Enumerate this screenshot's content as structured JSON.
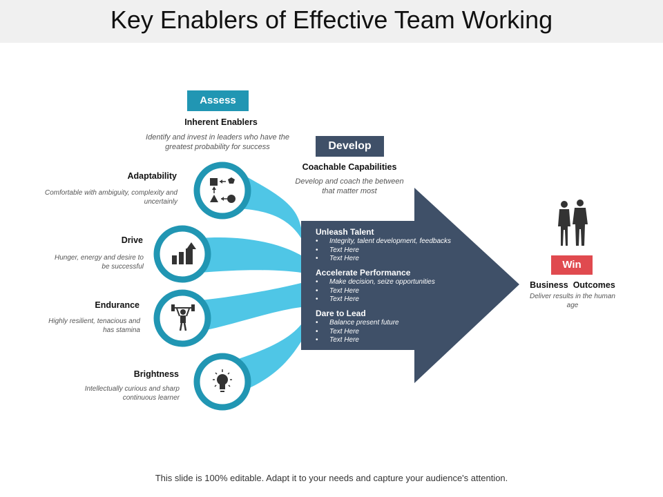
{
  "title": "Key Enablers of Effective Team Working",
  "tags": {
    "assess": "Assess",
    "develop": "Develop",
    "win": "Win"
  },
  "inherent": {
    "heading": "Inherent Enablers",
    "sub": "Identify and invest in leaders who have the greatest probability for success"
  },
  "coachable": {
    "heading": "Coachable Capabilities",
    "sub": "Develop and coach the between that matter most"
  },
  "enablers": [
    {
      "label": "Adaptability",
      "desc": "Comfortable with ambiguity, complexity and uncertainly",
      "icon": "shapes-icon"
    },
    {
      "label": "Drive",
      "desc": "Hunger, energy and desire to be successful",
      "icon": "bar-chart-arrow-icon"
    },
    {
      "label": "Endurance",
      "desc": "Highly resilient, tenacious and has stamina",
      "icon": "weightlifter-icon"
    },
    {
      "label": "Brightness",
      "desc": "Intellectually curious and sharp continuous learner",
      "icon": "lightbulb-icon"
    }
  ],
  "arrow_sections": [
    {
      "title": "Unleash Talent",
      "bullets": [
        "Integrity, talent development, feedbacks",
        "Text Here",
        "Text Here"
      ]
    },
    {
      "title": "Accelerate Performance",
      "bullets": [
        "Make decision, seize opportunities",
        "Text Here",
        "Text Here"
      ]
    },
    {
      "title": "Dare to Lead",
      "bullets": [
        "Balance present future",
        "Text Here",
        "Text Here"
      ]
    }
  ],
  "outcome": {
    "heading": "Business  Outcomes",
    "sub": "Deliver results in the human age",
    "icon": "business-people-icon"
  },
  "footer": "This slide is 100% editable. Adapt it to your needs and capture your audience's attention.",
  "colors": {
    "teal": "#2196b3",
    "light_blue": "#4fc6e6",
    "navy": "#3f5068",
    "red": "#e04a4f"
  }
}
